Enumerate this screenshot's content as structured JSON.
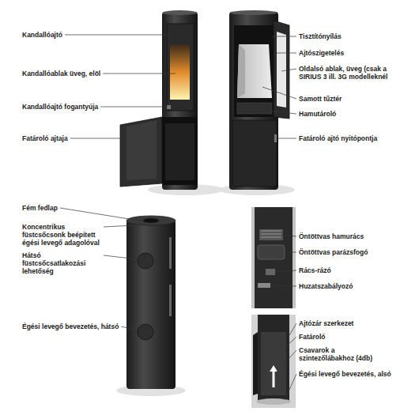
{
  "diagram": {
    "labels": [
      "Kandallóajtó",
      "Kandallóablak üveg, elöl",
      "Kandallóajtó fogantyúja",
      "Fatároló ajtaja",
      "Tisztítónyílás",
      "Ajtószigetelés",
      "Oldalsó ablak, üveg (csak a SIRIUS 3 ill. 3G modelleknél",
      "Samott tűztér",
      "Hamutároló",
      "Fatároló ajtó nyitópontja",
      "Fém fedlap",
      "Koncentrikus füstcsőcsonk beépített égési levegő adagolóval",
      "Hátsó füstcsőcsatlakozási lehetőség",
      "Égési levegő bevezetés, hátsó",
      "Öntöttvas hamurács",
      "Öntöttvas parázsfogó",
      "Rács-rázó",
      "Huzatszabályozó",
      "Ajtózár szerkezet",
      "Fatároló",
      "Csavarok a szintezőlábakhoz (4db)",
      "Égési levegő bevezetés, alsó"
    ]
  }
}
